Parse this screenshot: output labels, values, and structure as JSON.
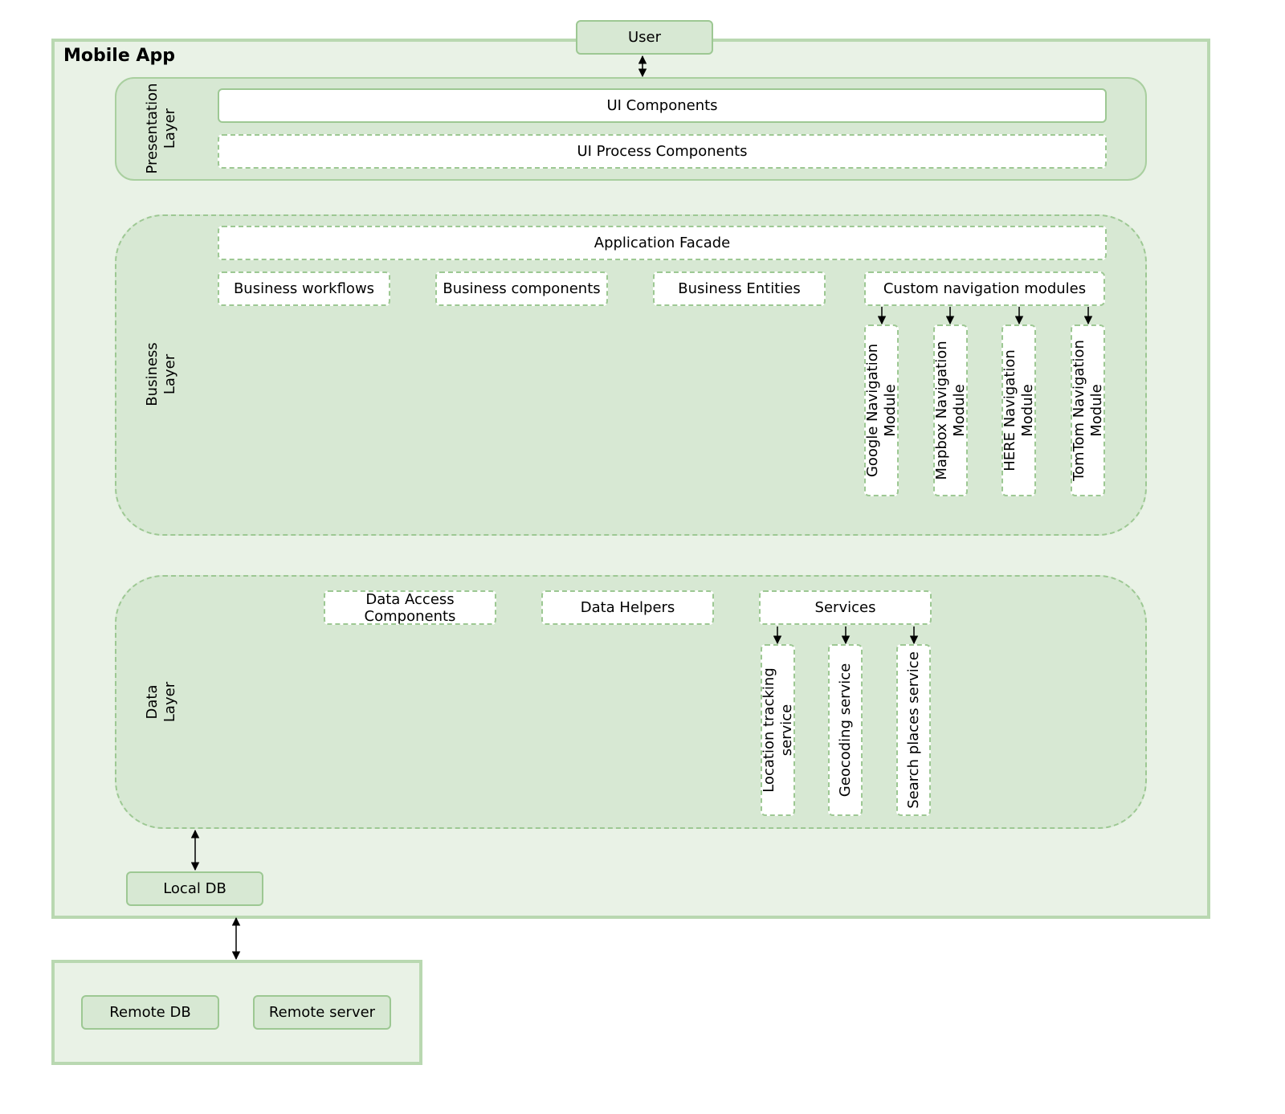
{
  "diagram": {
    "user": "User",
    "app_title": "Mobile App",
    "presentation": {
      "label_line1": "Presentation",
      "label_line2": "Layer",
      "ui_components": "UI Components",
      "ui_process_components": "UI Process Components"
    },
    "business": {
      "label_line1": "Business",
      "label_line2": "Layer",
      "application_facade": "Application Facade",
      "workflows": "Business workflows",
      "components": "Business components",
      "entities": "Business Entities",
      "custom_nav": "Custom navigation modules",
      "nav_modules": [
        {
          "line1": "Google Navigation",
          "line2": "Module"
        },
        {
          "line1": "Mapbox Navigation",
          "line2": "Module"
        },
        {
          "line1": "HERE Navigation",
          "line2": "Module"
        },
        {
          "line1": "TomTom Navigation",
          "line2": "Module"
        }
      ]
    },
    "data": {
      "label_line1": "Data",
      "label_line2": "Layer",
      "data_access_line1": "Data Access",
      "data_access_line2": "Components",
      "data_helpers": "Data Helpers",
      "services": "Services",
      "service_modules": [
        {
          "line1": "Location tracking",
          "line2": "service"
        },
        {
          "line1": "Geocoding service",
          "line2": ""
        },
        {
          "line1": "Search places service",
          "line2": ""
        }
      ]
    },
    "local_db": "Local DB",
    "remote_db": "Remote DB",
    "remote_server": "Remote server"
  },
  "colors": {
    "frame_fill": "#e9f2e6",
    "frame_border": "#b9d8b1",
    "layer_fill": "#d7e8d3",
    "box_border": "#9dc893"
  }
}
